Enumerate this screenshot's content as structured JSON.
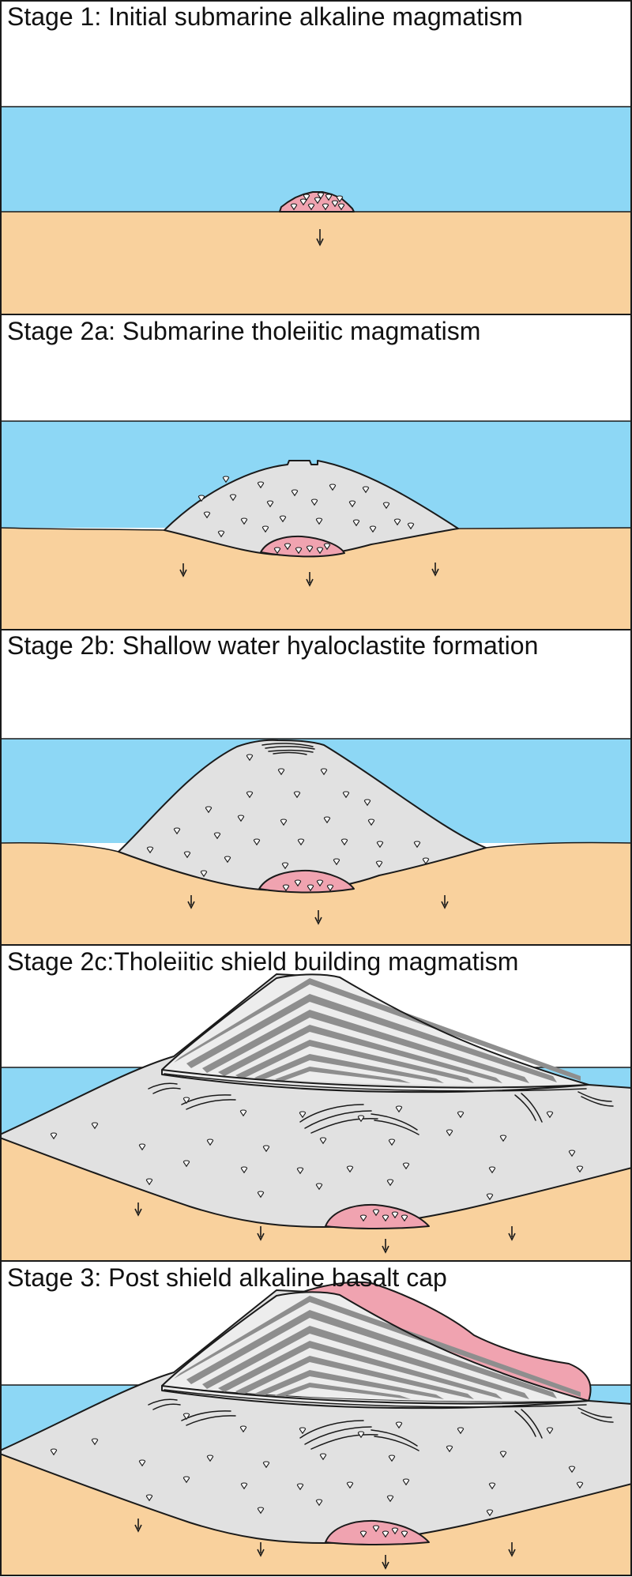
{
  "colors": {
    "sky": "#ffffff",
    "sea": "#8dd7f5",
    "crust": "#f9d19d",
    "hyaloclastite": "#e1e1e1",
    "alkaline_magma": "#f0a3b0",
    "shield_dark": "#8e8e8e",
    "shield_light": "#ededed"
  },
  "panels": [
    {
      "id": "stage-1",
      "title": "Stage 1: Initial submarine alkaline magmatism"
    },
    {
      "id": "stage-2a",
      "title": "Stage 2a: Submarine tholeiitic magmatism"
    },
    {
      "id": "stage-2b",
      "title": "Stage 2b: Shallow water hyaloclastite formation"
    },
    {
      "id": "stage-2c",
      "title": "Stage 2c:Tholeiitic shield building magmatism"
    },
    {
      "id": "stage-3",
      "title": "Stage 3: Post shield alkaline basalt cap"
    }
  ]
}
